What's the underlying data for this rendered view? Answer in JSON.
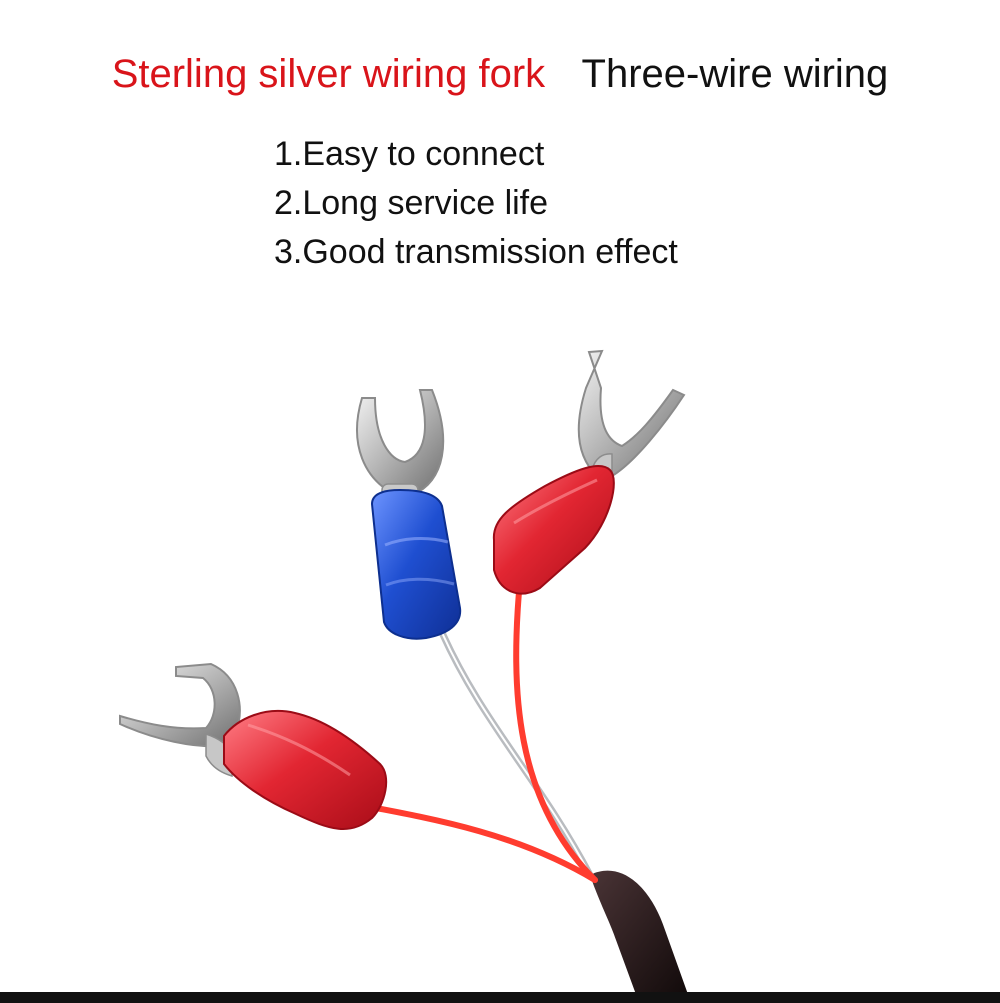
{
  "headline": {
    "red_text": "Sterling silver wiring fork",
    "black_text": "Three-wire wiring",
    "red_color": "#d9141a"
  },
  "features": [
    "1.Easy to connect",
    "2.Long service life",
    "3.Good transmission effect"
  ],
  "terminals": {
    "left_color": "#d91f2b",
    "middle_color": "#1f4fd1",
    "right_color": "#d91f2b",
    "cable_color": "#2a1c1d"
  }
}
